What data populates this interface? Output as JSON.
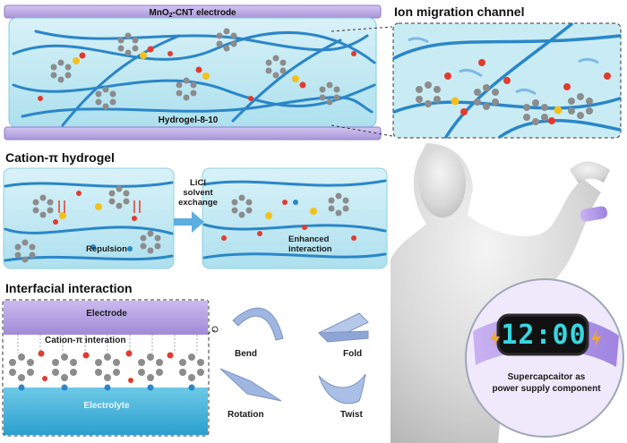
{
  "panel_device": {
    "electrode_top": "MnO",
    "electrode_top_sub": "2",
    "electrode_top_rest": "-CNT electrode",
    "hydrogel": "Hydrogel-8-10"
  },
  "panel_channel": {
    "title": "Ion migration channel"
  },
  "panel_cation": {
    "title": "Cation-π hydrogel",
    "arrow_line1": "LiCl",
    "arrow_line2": "solvent",
    "arrow_line3": "exchange",
    "left_label": "Repulsion",
    "right_label_line1": "Enhanced",
    "right_label_line2": "interaction"
  },
  "panel_interface": {
    "title": "Interfacial interaction",
    "electrode": "Electrode",
    "interaction": "Cation-π interation",
    "electrolyte": "Electrolyte"
  },
  "deformations": {
    "bend": "Bend",
    "fold": "Fold",
    "rotation": "Rotation",
    "twist": "Twist"
  },
  "wearable": {
    "watch_time": "12:00",
    "caption_line1": "Supercapcaitor as",
    "caption_line2": "power supply component"
  },
  "colors": {
    "electrode": "#b9a5e2",
    "hydrogel": "#bfe8f2",
    "fiber": "#2a86c8",
    "carbon": "#8c8c8c",
    "oxygen": "#e23b2e",
    "sulfur": "#f2c21b",
    "watch_band": "#b89bea",
    "watch_digits": "#37d6e0"
  }
}
